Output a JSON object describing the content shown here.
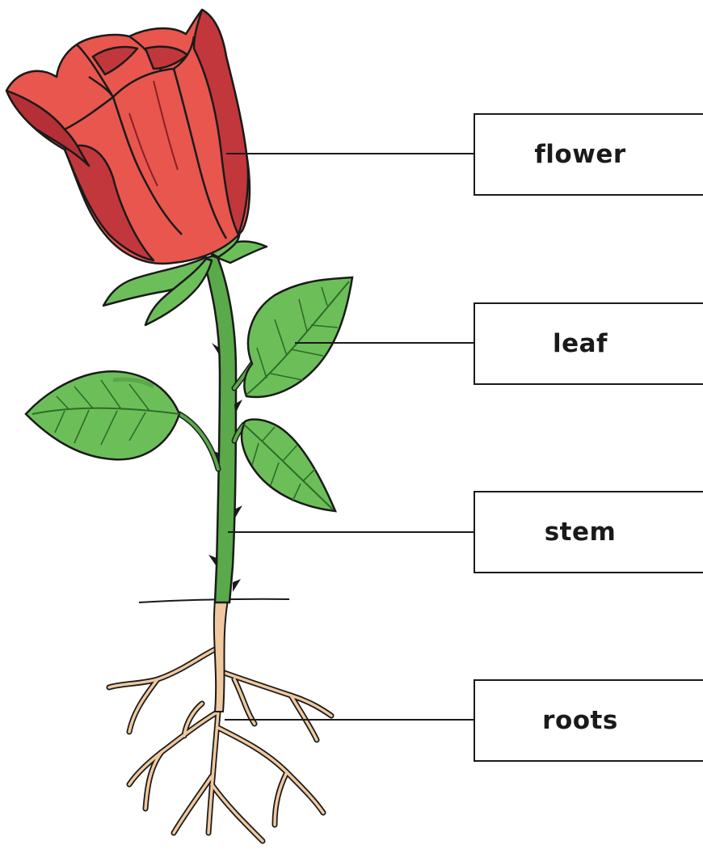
{
  "diagram": {
    "labels": {
      "flower": "flower",
      "leaf": "leaf",
      "stem": "stem",
      "roots": "roots"
    }
  },
  "colors": {
    "petal": "#e8564e",
    "petal_shadow": "#c2373b",
    "petal_outline": "#1a1a1a",
    "leaf": "#6cbf58",
    "leaf_vein": "#2f6b2a",
    "stem": "#5aa94a",
    "root": "#f0c9a0",
    "box_border": "#1a1a1a"
  }
}
